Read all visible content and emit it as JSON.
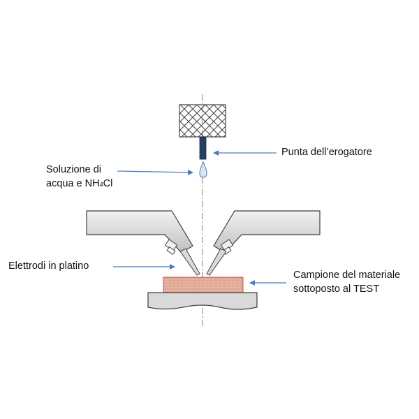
{
  "labels": {
    "nozzle_tip": "Punta dell’erogatore",
    "solution_line1": "Soluzione di",
    "solution_line2_prefix": "acqua e NH",
    "solution_line2_sub": "4",
    "solution_line2_suffix": "Cl",
    "electrodes": "Elettrodi in platino",
    "sample_line1": "Campione del materiale",
    "sample_line2": "sottoposto al TEST"
  },
  "colors": {
    "arrow": "#4a7ebb",
    "holder_fill": "#d9d9d9",
    "holder_stroke": "#404040",
    "nozzle": "#243f60",
    "drop": "#dbe5f1",
    "sample_fill": "#e6b4a0",
    "sample_stroke": "#c0504d",
    "base_fill": "#d9d9d9",
    "axis": "#7f7f7f"
  }
}
